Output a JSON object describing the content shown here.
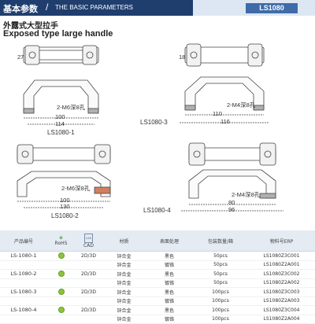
{
  "header": {
    "cn_label": "基本参数",
    "slash": "/",
    "en_label": "THE BASIC PARAMETERS",
    "model_code": "LS1080"
  },
  "title": {
    "cn": "外露式大型拉手",
    "en": "Exposed type large handle"
  },
  "drawing_labels": {
    "m1": "LS1080-1",
    "m2": "LS1080-2",
    "m3": "LS1080-3",
    "m4": "LS1080-4",
    "d1_thread": "2-M6深8孔",
    "d1_a": "100",
    "d1_b": "114",
    "d1_h": "27",
    "d3_thread": "2-M4深8孔",
    "d3_a": "116",
    "d3_b": "110",
    "d3_h": "18",
    "d2_thread": "2-M6深8孔",
    "d2_a": "130",
    "d2_b": "100",
    "d4_thread": "2-M4深8孔",
    "d4_a": "96",
    "d4_b": "80"
  },
  "table": {
    "headers": {
      "code": "产品编号",
      "rohs_icon": "rohs-icon",
      "rohs": "RoHS",
      "cad_icon": "cad-icon",
      "cad": "CAD",
      "material": "材质",
      "finish": "表面处理",
      "pack": "包装数量/箱",
      "erp": "物料号ERP"
    },
    "rows": [
      {
        "code": "LS-1080-1",
        "cad": "2D/3D",
        "material": "锌合金",
        "finish": "黑色",
        "pack": "50pcs",
        "erp": "LS1080Z3C001"
      },
      {
        "code": "",
        "cad": "",
        "material": "锌合金",
        "finish": "镀铬",
        "pack": "50pcs",
        "erp": "LS1080Z2A001"
      },
      {
        "code": "LS-1080-2",
        "cad": "2D/3D",
        "material": "锌合金",
        "finish": "黑色",
        "pack": "50pcs",
        "erp": "LS1080Z3C002"
      },
      {
        "code": "",
        "cad": "",
        "material": "锌合金",
        "finish": "镀铬",
        "pack": "50pcs",
        "erp": "LS1080Z2A002"
      },
      {
        "code": "LS-1080-3",
        "cad": "2D/3D",
        "material": "锌合金",
        "finish": "黑色",
        "pack": "100pcs",
        "erp": "LS1080Z3C003"
      },
      {
        "code": "",
        "cad": "",
        "material": "锌合金",
        "finish": "镀铬",
        "pack": "100pcs",
        "erp": "LS1080Z2A003"
      },
      {
        "code": "LS-1080-4",
        "cad": "2D/3D",
        "material": "锌合金",
        "finish": "黑色",
        "pack": "100pcs",
        "erp": "LS1080Z3C004"
      },
      {
        "code": "",
        "cad": "",
        "material": "锌合金",
        "finish": "镀铬",
        "pack": "100pcs",
        "erp": "LS1080Z2A004"
      }
    ]
  }
}
